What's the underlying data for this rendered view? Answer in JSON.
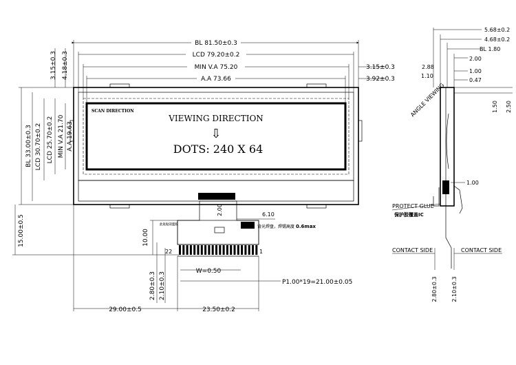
{
  "top_dims": {
    "bl": "BL  81.50±0.3",
    "lcd": "LCD  79.20±0.2",
    "va": "MIN  V.A  75.20",
    "aa": "A.A  73.66",
    "r1": "3.15±0.3",
    "r2": "3.92±0.3"
  },
  "left_dims": {
    "t1": "3.15±0.3",
    "t2": "4.18±0.3",
    "bl": "BL  33.00±0.3",
    "lcd": "LCD  30.70±0.2",
    "lcd2": "LCD  25.70±0.2",
    "va": "MIN  V.A  21.70",
    "aa": "A.A  19.63",
    "fpc": "15.00±0.5",
    "d10": "10.00",
    "d280": "2.80±0.3",
    "d210": "2.10±0.3"
  },
  "front": {
    "scan": "SCAN DIRECTION",
    "viewing": "VIEWING DIRECTION",
    "arrow": "⇩",
    "dots": "DOTS: 240 X 64"
  },
  "fpc": {
    "d200": "2.00",
    "d610": "6.10",
    "note": "背光焊盘，焊锡高度",
    "note_max": "0.6max",
    "small_note": "此处贴双面胶",
    "pin1": "1",
    "pin22": "22",
    "w": "W=0.50",
    "pitch": "P1.00*19=21.00±0.05"
  },
  "bottom_dims": {
    "d29": "29.00±0.5",
    "d235": "23.50±0.2"
  },
  "side": {
    "d568": "5.68±0.2",
    "d468": "4.68±0.2",
    "bl180": "BL  1.80",
    "d200": "2.00",
    "d288": "2.88",
    "d100a": "1.00",
    "d110": "1.10",
    "d047": "0.47",
    "d150": "1.50",
    "d250": "2.50",
    "angle": "ANGLE VIEWING",
    "d100b": "1.00",
    "glue": "PROTECT GLUE",
    "glue_cn": "保护胶覆盖IC",
    "contact_l": "CONTACT SIDE",
    "contact_r": "CONTACT SIDE",
    "d280": "2.80±0.3",
    "d210": "2.10±0.3"
  }
}
